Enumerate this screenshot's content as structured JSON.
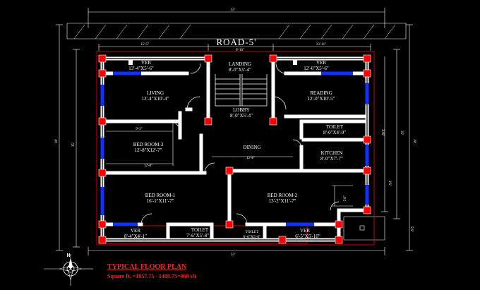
{
  "road_label": "ROAD-5'",
  "title": "TYPICAL FLOOR PLAN",
  "area_text": "Square ft. =1957.75 - 1488.75=469 sft",
  "compass_label": "N",
  "dimensions": {
    "top_overall": "53'",
    "bottom_overall": "53'",
    "left_overall": "38'",
    "right_overall": "38'",
    "left_inner": "35'",
    "right_inner": "35'",
    "right_side": "30'6\"",
    "top_left_seg": "15'-5\"",
    "top_mid_seg": "6'-10\"",
    "top_right_seg": "13'-11\"",
    "bottom_right_small": "5'6\"",
    "bedroom3_width": "9'-3\"",
    "bedroom3_lower": "12'-8\"",
    "dining_width": "12'-8\"",
    "step_dim": "5'6\"",
    "right_notch": "2'6\""
  },
  "rooms": {
    "ver_top_left": {
      "name": "VER",
      "size": "13'-4\"X5'-6\""
    },
    "landing": {
      "name": "LANDING",
      "size": "8'-0\"X5'-4\""
    },
    "ver_top_right": {
      "name": "VER",
      "size": "12'-0\"X5'-6\""
    },
    "living": {
      "name": "LIVING",
      "size": "13'-4\"X10'-4\""
    },
    "reading": {
      "name": "READING",
      "size": "12'-0\"X10'-5\""
    },
    "lobby": {
      "name": "LOBBY",
      "size": "8'-0\"X5'-4\""
    },
    "toilet_right": {
      "name": "TOILET",
      "size": "8'-0\"X4'-0\""
    },
    "bedroom3": {
      "name": "BED ROOM-3",
      "size": "12'-8\"X12'-7\""
    },
    "dining": {
      "name": "DINING",
      "size": ""
    },
    "kitchen": {
      "name": "KITCHEN",
      "size": "8'-0\"X7'-7\""
    },
    "bedroom1": {
      "name": "BED ROOM-1",
      "size": "16'-1\"X11'-7\""
    },
    "bedroom2": {
      "name": "BED ROOM-2",
      "size": "13'-2\"X11'-7\""
    },
    "ver_bottom_left": {
      "name": "VER",
      "size": "8'-4\"X4'-1\""
    },
    "toilet_bottom1": {
      "name": "TOILET",
      "size": "7'-6\"X5'-8\""
    },
    "toilet_bottom2": {
      "name": "TOILET",
      "size": "6'-6\"X5'-0\""
    },
    "ver_bottom_right": {
      "name": "VER",
      "size": "6'-5\"X5'-10\""
    }
  },
  "colors": {
    "wall": "#ffffff",
    "column": "#ff0000",
    "window": "#1030ff",
    "title": "#ff2020",
    "background": "#000000"
  }
}
